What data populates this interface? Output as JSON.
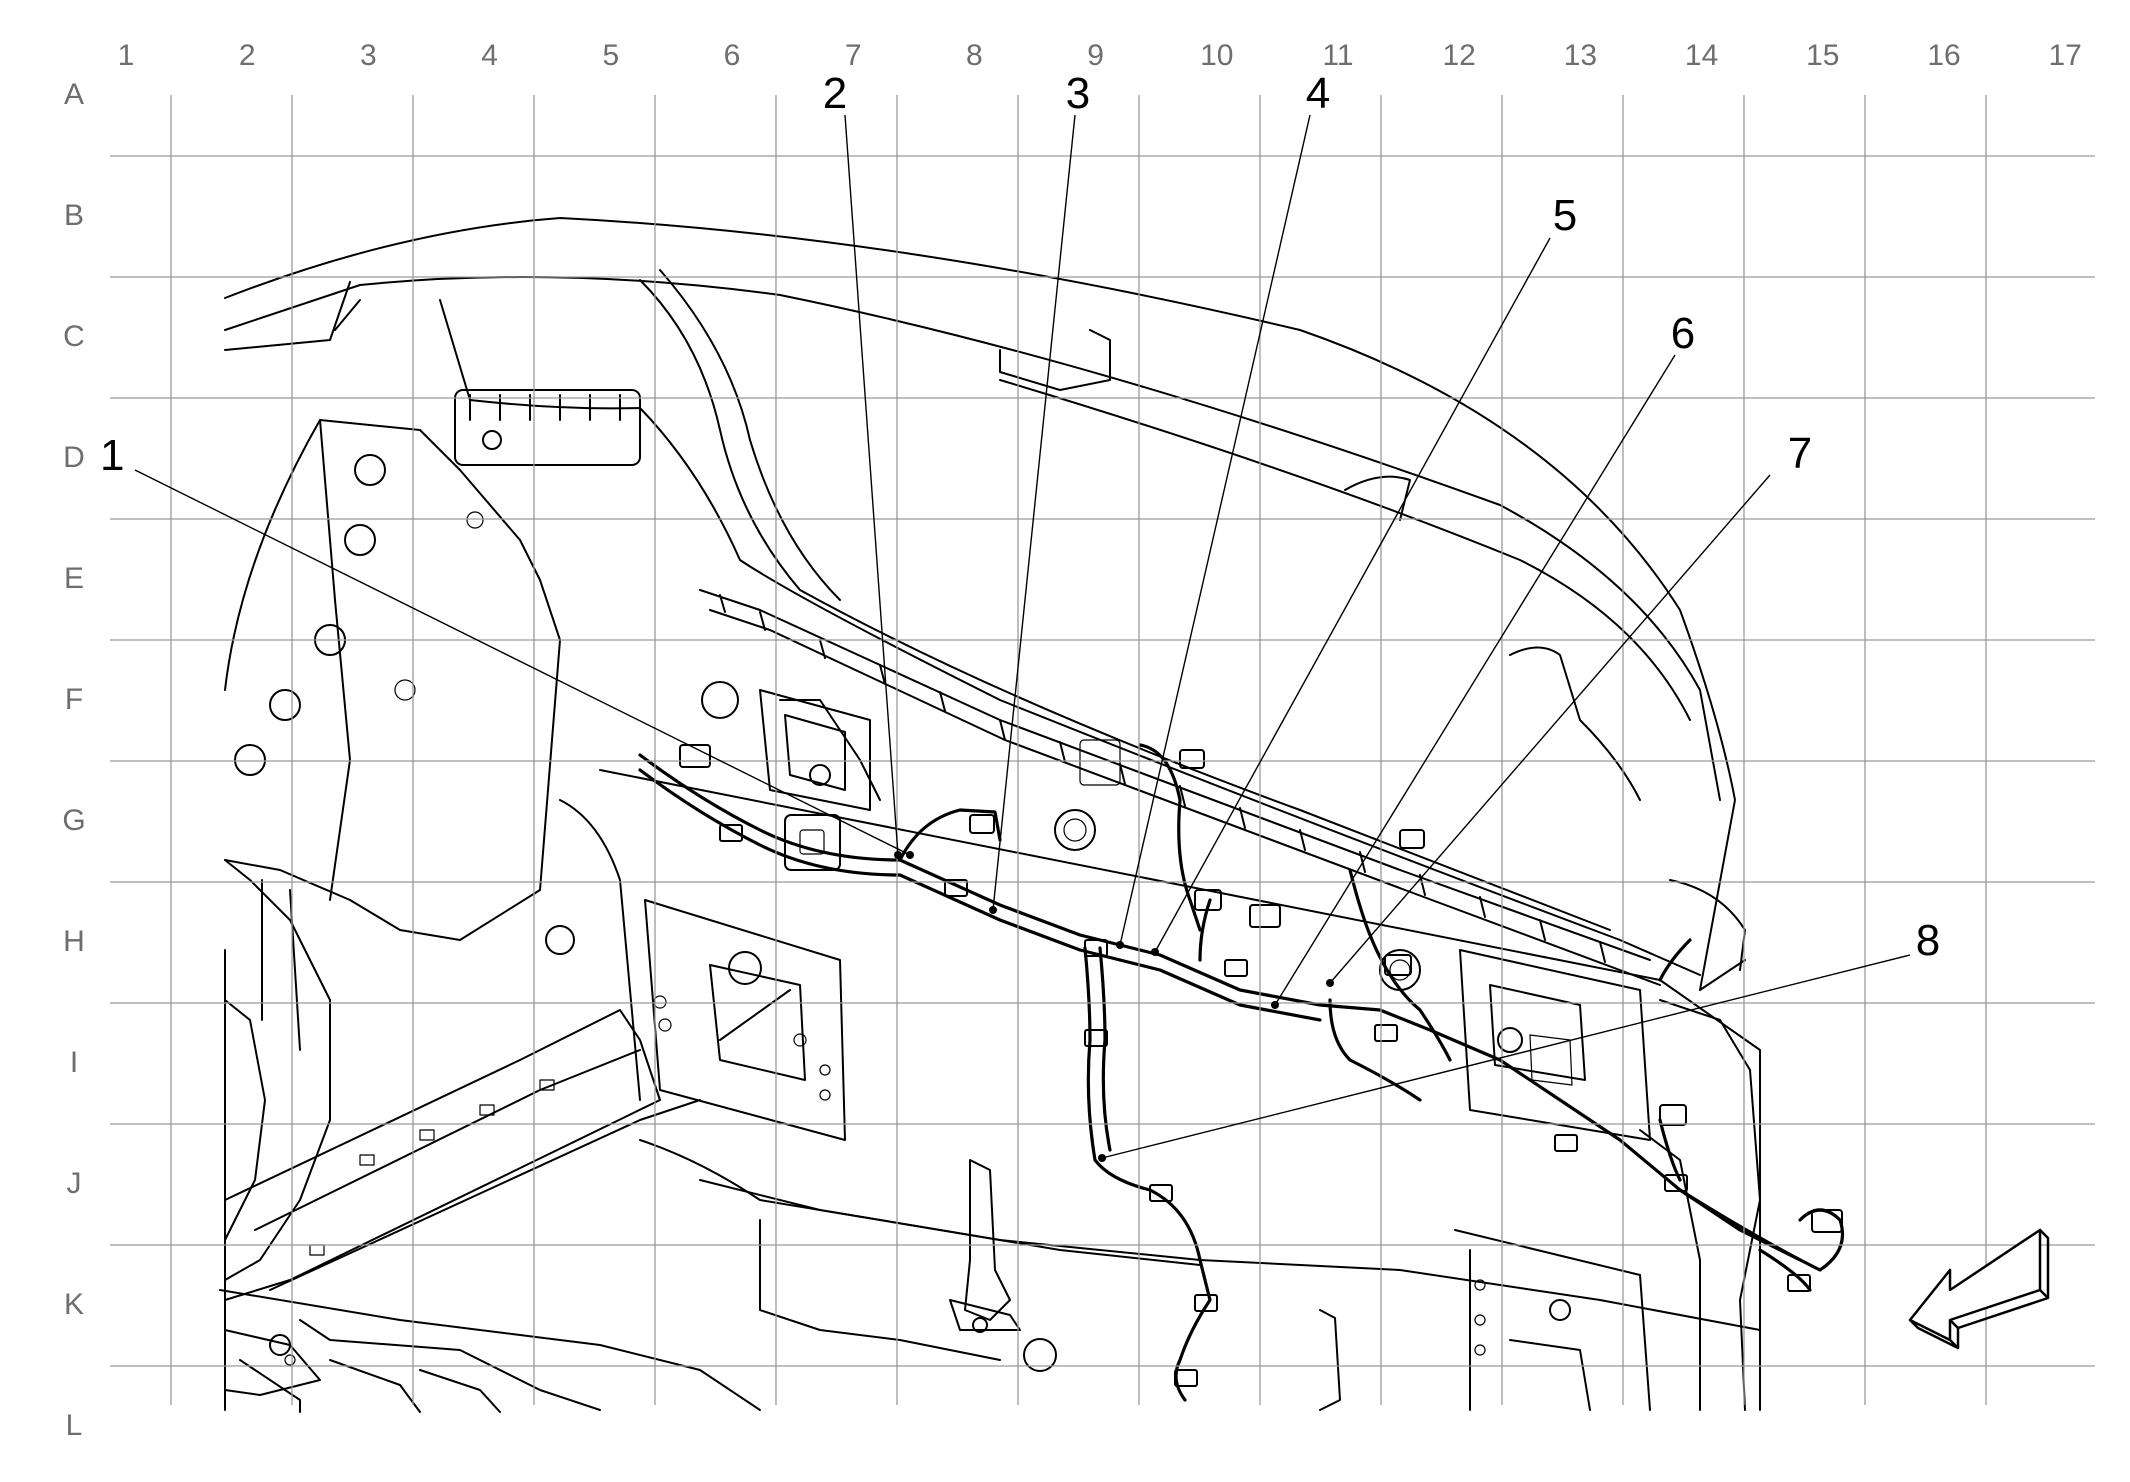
{
  "grid": {
    "columns": [
      "1",
      "2",
      "3",
      "4",
      "5",
      "6",
      "7",
      "8",
      "9",
      "10",
      "11",
      "12",
      "13",
      "14",
      "15",
      "16",
      "17"
    ],
    "rows": [
      "A",
      "B",
      "C",
      "D",
      "E",
      "F",
      "G",
      "H",
      "I",
      "J",
      "K",
      "L"
    ]
  },
  "callouts": [
    {
      "id": "1",
      "label": "1"
    },
    {
      "id": "2",
      "label": "2"
    },
    {
      "id": "3",
      "label": "3"
    },
    {
      "id": "4",
      "label": "4"
    },
    {
      "id": "5",
      "label": "5"
    },
    {
      "id": "6",
      "label": "6"
    },
    {
      "id": "7",
      "label": "7"
    },
    {
      "id": "8",
      "label": "8"
    }
  ],
  "icons": {
    "direction_arrow": "forward-direction-arrow-icon"
  },
  "colors": {
    "line": "#000000",
    "grid": "#9a9a9a",
    "grid_label": "#6e6e6e",
    "background": "#ffffff"
  }
}
